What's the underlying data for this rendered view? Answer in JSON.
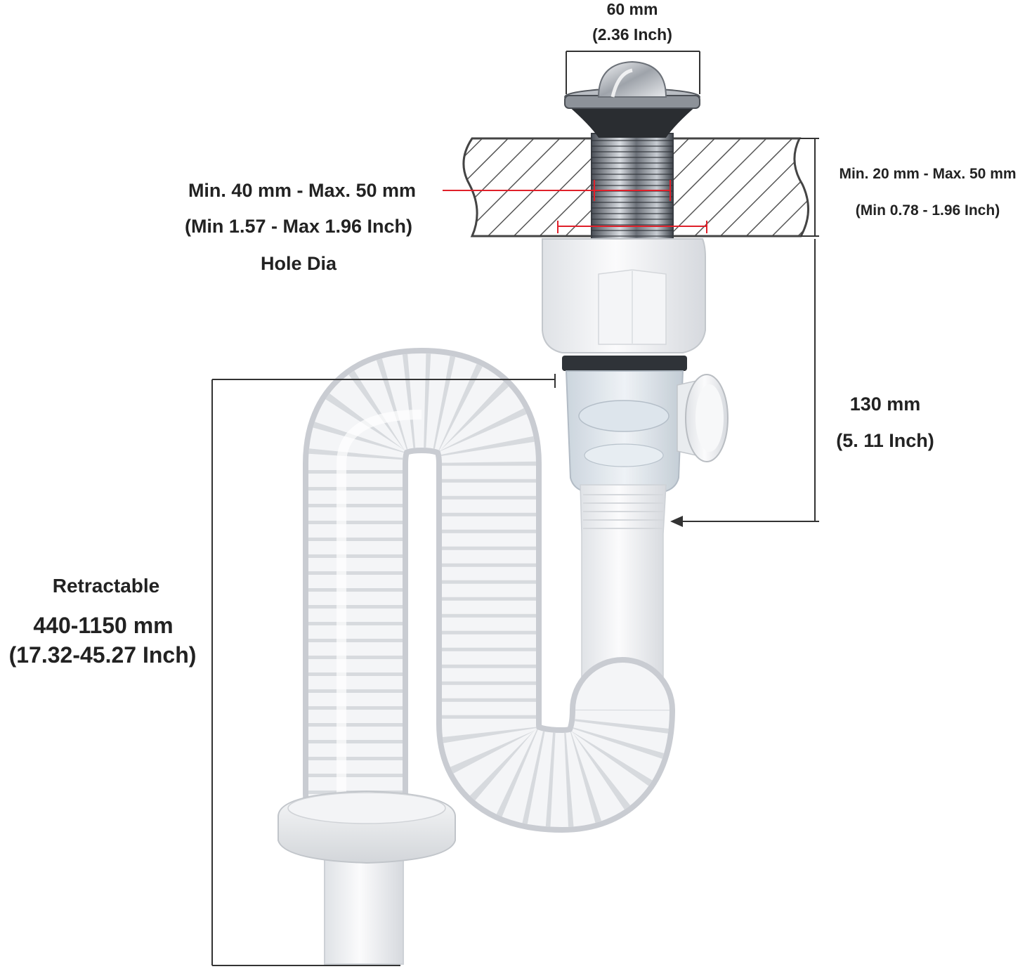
{
  "dimensions": {
    "strainer_width": {
      "mm": "60  mm",
      "inch": "(2.36 Inch)"
    },
    "hole_diameter": {
      "mm": "Min. 40 mm - Max. 50 mm",
      "inch": "(Min 1.57 - Max 1.96 Inch)",
      "caption": "Hole Dia"
    },
    "counter_thickness": {
      "mm": "Min. 20 mm - Max. 50 mm",
      "inch": "(Min 0.78 - 1.96 Inch)"
    },
    "trap_height": {
      "mm": "130 mm",
      "inch": "(5. 11 Inch)"
    },
    "hose_length": {
      "caption": "Retractable",
      "mm": "440-1150 mm",
      "inch": "(17.32-45.27 Inch)"
    }
  },
  "colors": {
    "text": "#222222",
    "dimension_line": "#333333",
    "hole_marker": "#e0202a",
    "countertop_hatch": "#444444",
    "hose": "#f4f5f7",
    "hose_shadow": "#c9ccd2",
    "chrome": "#9aa0a8",
    "body": "#eceef1",
    "clear_trap": "#dfe7ee"
  },
  "icons": {
    "strainer": "chrome-sink-strainer",
    "countertop": "hatched-countertop-section",
    "trap": "bottle-trap-with-overflow-port",
    "hose": "corrugated-flexible-hose",
    "floor_flange": "floor-drain-flange"
  }
}
